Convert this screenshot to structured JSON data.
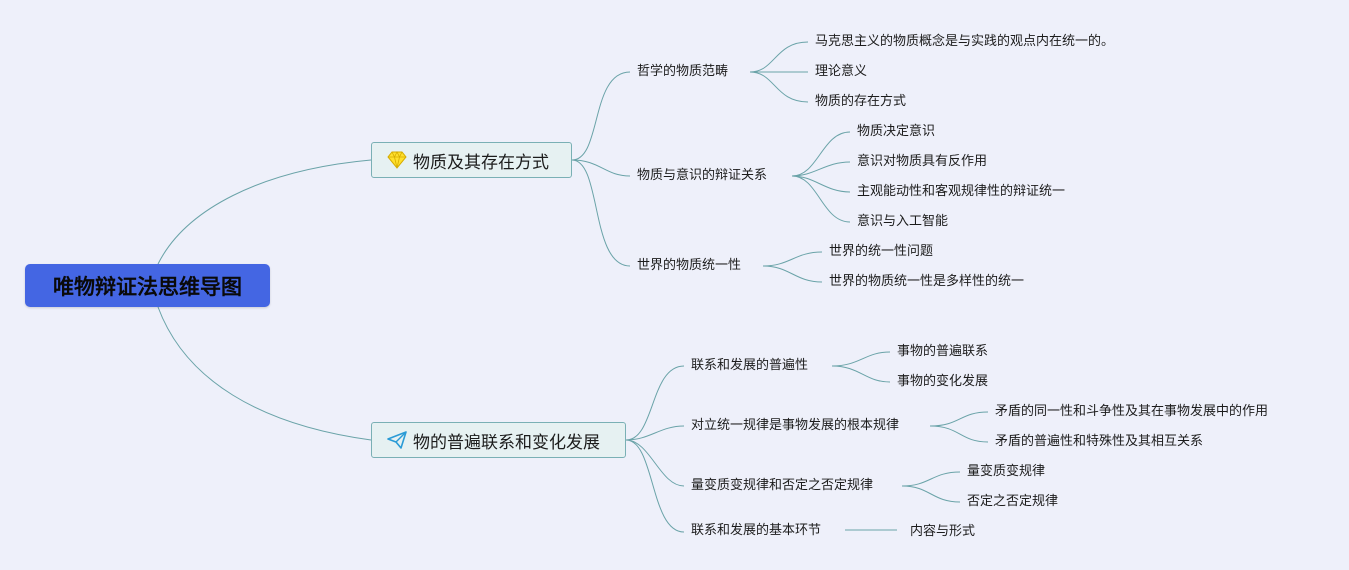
{
  "root": "唯物辩证法思维导图",
  "branch1": {
    "label": "物质及其存在方式",
    "icon": "gem-icon",
    "c1": {
      "label": "哲学的物质范畴",
      "leaves": [
        "马克思主义的物质概念是与实践的观点内在统一的。",
        "理论意义",
        "物质的存在方式"
      ]
    },
    "c2": {
      "label": "物质与意识的辩证关系",
      "leaves": [
        "物质决定意识",
        "意识对物质具有反作用",
        "主观能动性和客观规律性的辩证统一",
        "意识与入工智能"
      ]
    },
    "c3": {
      "label": "世界的物质统一性",
      "leaves": [
        "世界的统一性问题",
        "世界的物质统一性是多样性的统一"
      ]
    }
  },
  "branch2": {
    "label": "物的普遍联系和变化发展",
    "icon": "paper-plane-icon",
    "c1": {
      "label": "联系和发展的普遍性",
      "leaves": [
        "事物的普遍联系",
        "事物的变化发展"
      ]
    },
    "c2": {
      "label": "对立统一规律是事物发展的根本规律",
      "leaves": [
        "矛盾的同一性和斗争性及其在事物发展中的作用",
        "矛盾的普遍性和特殊性及其相互关系"
      ]
    },
    "c3": {
      "label": "量变质变规律和否定之否定规律",
      "leaves": [
        "量变质变规律",
        "否定之否定规律"
      ]
    },
    "c4": {
      "label": "联系和发展的基本环节",
      "leaves": [
        "内容与形式"
      ]
    }
  },
  "colors": {
    "root": "#4466e3",
    "line": "#6aa3a8",
    "node_fill": "#e6f1f2",
    "background": "#eef0fa"
  }
}
